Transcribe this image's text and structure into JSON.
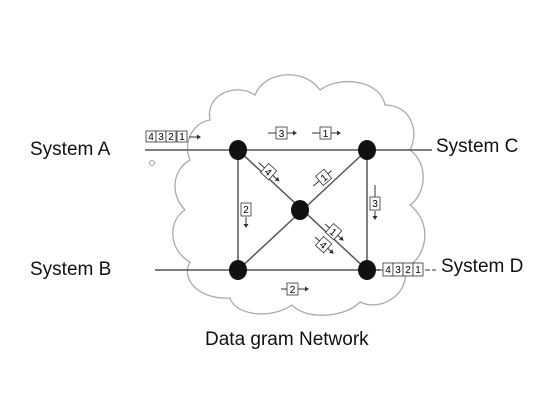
{
  "systems": {
    "a": "System A",
    "b": "System B",
    "c": "System C",
    "d": "System D"
  },
  "caption": "Data gram Network",
  "packets": {
    "incoming_queue": [
      "4",
      "3",
      "2",
      "1"
    ],
    "outgoing_queue": [
      "4",
      "3",
      "2",
      "1"
    ],
    "link_top": [
      "3",
      "1"
    ],
    "link_left": "2",
    "link_right": "3",
    "link_bottom": "2",
    "diag_upper_left": "4",
    "diag_upper_right": "1",
    "diag_lower_right": [
      "1",
      "4"
    ]
  },
  "colors": {
    "node": "#111111",
    "line": "#555555",
    "cloud": "#aaaaaa"
  }
}
